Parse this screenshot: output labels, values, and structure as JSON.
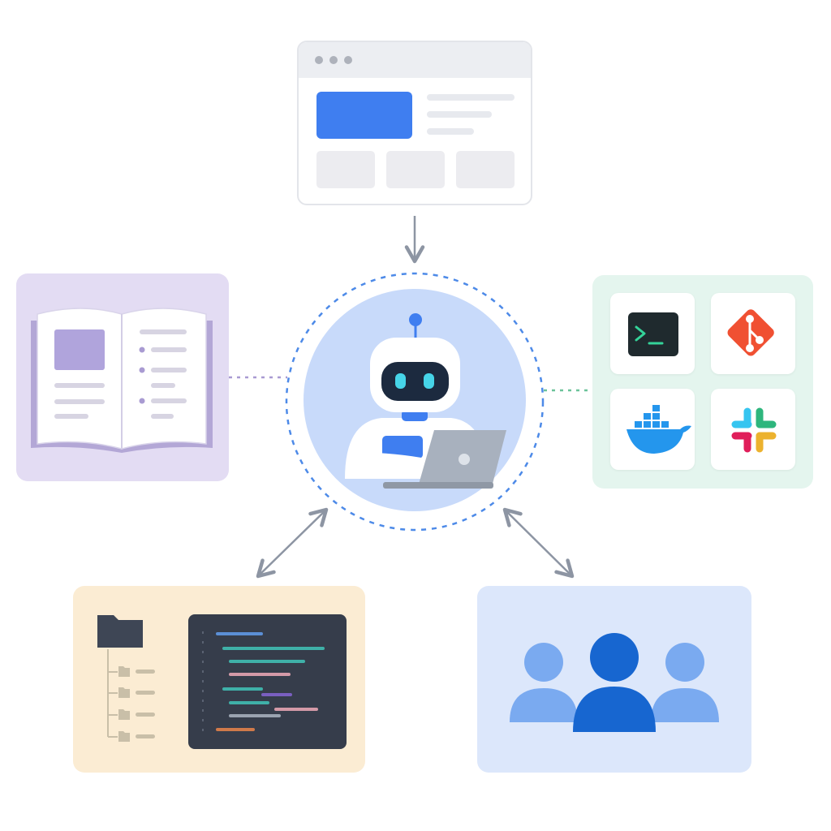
{
  "diagram": {
    "center": {
      "name": "ai-agent",
      "icon": "robot-with-laptop-icon"
    },
    "nodes": [
      {
        "id": "browser",
        "icon": "browser-window-icon"
      },
      {
        "id": "documentation",
        "icon": "open-book-icon"
      },
      {
        "id": "tools",
        "icon": "tools-grid-icon",
        "tools": [
          "terminal-icon",
          "git-icon",
          "docker-icon",
          "slack-icon"
        ]
      },
      {
        "id": "codebase",
        "icon": "folder-tree-code-icon"
      },
      {
        "id": "team",
        "icon": "people-group-icon"
      }
    ],
    "connections": [
      {
        "from": "browser",
        "to": "center",
        "style": "arrow"
      },
      {
        "from": "documentation",
        "to": "center",
        "style": "dotted"
      },
      {
        "from": "tools",
        "to": "center",
        "style": "dotted"
      },
      {
        "from": "center",
        "to": "codebase",
        "style": "double-arrow"
      },
      {
        "from": "center",
        "to": "team",
        "style": "double-arrow"
      }
    ],
    "colors": {
      "accent_blue": "#3f7ef0",
      "book_purple": "#e3dcf3",
      "tools_green": "#e4f5ee",
      "files_amber": "#fbecd3",
      "team_blue": "#dce7fb",
      "connector_gray": "#8d95a3"
    }
  }
}
